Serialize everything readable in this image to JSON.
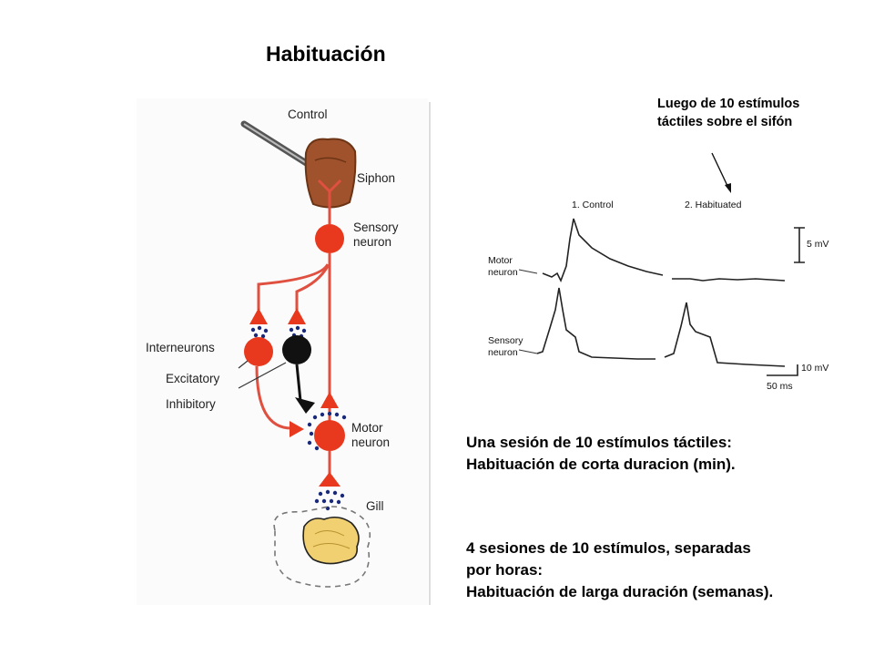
{
  "slide": {
    "title": "Habituación",
    "note_lines": [
      "Luego de 10 estímulos",
      "táctiles sobre el sifón"
    ],
    "caption1_lines": [
      "Una sesión de 10 estímulos táctiles:",
      "Habituación de corta duracion (min)."
    ],
    "caption2_lines": [
      "4 sesiones de 10 estímulos, separadas",
      "por horas:",
      "Habituación de larga duración (semanas)."
    ]
  },
  "circuit": {
    "labels": {
      "control": "Control",
      "siphon": "Siphon",
      "sensory_neuron": [
        "Sensory",
        "neuron"
      ],
      "interneurons": "Interneurons",
      "excitatory": "Excitatory",
      "inhibitory": "Inhibitory",
      "motor_neuron": [
        "Motor",
        "neuron"
      ],
      "gill": "Gill"
    },
    "colors": {
      "neuron": "#e8391f",
      "axon": "#e05040",
      "inhibitory": "#111111",
      "transmitter": "#1a2a7a",
      "siphon": "#a0522d",
      "gill": "#f0d070"
    }
  },
  "recording": {
    "label_control": "1. Control",
    "label_habituated": "2. Habituated",
    "label_motor": [
      "Motor",
      "neuron"
    ],
    "label_sensory": [
      "Sensory",
      "neuron"
    ],
    "scale_5mv": "5 mV",
    "scale_10mv": "10 mV",
    "scale_50ms": "50 ms"
  }
}
